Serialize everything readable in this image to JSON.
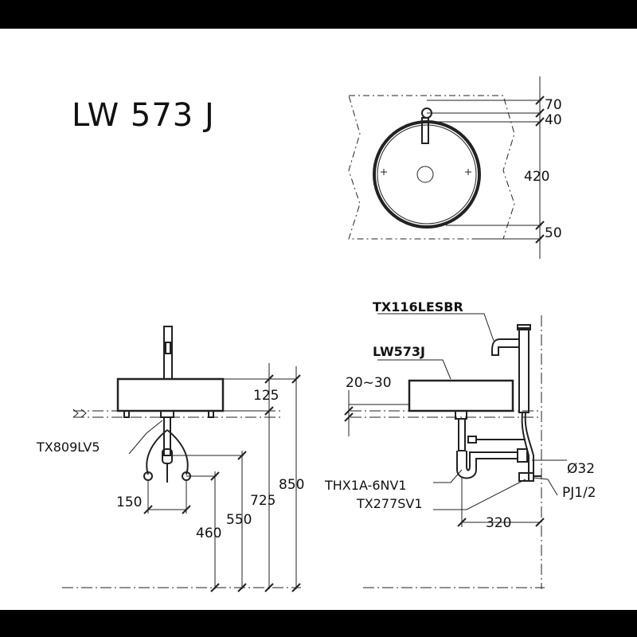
{
  "title": "LW 573 J",
  "top_view": {
    "dims": [
      "70",
      "40",
      "420",
      "50"
    ]
  },
  "front_view": {
    "drain_label": "TX809LV5",
    "dims": [
      "125",
      "850",
      "725",
      "550",
      "460",
      "150"
    ]
  },
  "side_view": {
    "faucet_label": "TX116LESBR",
    "basin_label": "LW573J",
    "gap_label": "20~30",
    "trap_label": "THX1A-6NV1",
    "valve_label": "TX277SV1",
    "pipe_label": "Ø32",
    "thread_label": "PJ1/2",
    "offset_label": "320"
  }
}
